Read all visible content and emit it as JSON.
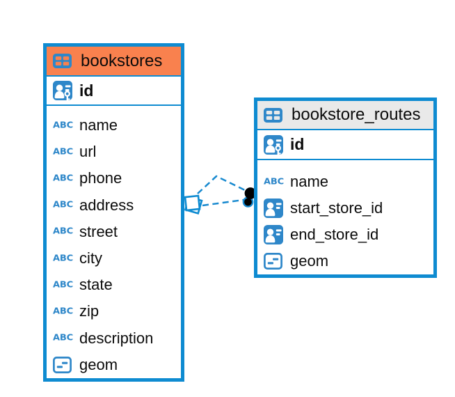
{
  "colors": {
    "background": "#FFFFFF",
    "table_border": "#0E8BD1",
    "icon_blue": "#2E87C9",
    "relationship_line": "#1789CF",
    "marker_dot": "#000000",
    "text": "#0B0B0B"
  },
  "icon_glyphs": {
    "text": "ABC"
  },
  "tables": [
    {
      "name": "bookstores",
      "header_color": "#F9814E",
      "columns": [
        {
          "name": "id",
          "type_icon": "primary-key",
          "primary_key": true
        },
        {
          "name": "name",
          "type_icon": "text"
        },
        {
          "name": "url",
          "type_icon": "text"
        },
        {
          "name": "phone",
          "type_icon": "text"
        },
        {
          "name": "address",
          "type_icon": "text"
        },
        {
          "name": "street",
          "type_icon": "text"
        },
        {
          "name": "city",
          "type_icon": "text"
        },
        {
          "name": "state",
          "type_icon": "text"
        },
        {
          "name": "zip",
          "type_icon": "text"
        },
        {
          "name": "description",
          "type_icon": "text"
        },
        {
          "name": "geom",
          "type_icon": "geometry"
        }
      ]
    },
    {
      "name": "bookstore_routes",
      "header_color": "#E9E9E9",
      "columns": [
        {
          "name": "id",
          "type_icon": "primary-key",
          "primary_key": true
        },
        {
          "name": "name",
          "type_icon": "text"
        },
        {
          "name": "start_store_id",
          "type_icon": "foreign-key"
        },
        {
          "name": "end_store_id",
          "type_icon": "foreign-key"
        },
        {
          "name": "geom",
          "type_icon": "geometry"
        }
      ]
    }
  ],
  "relationships": [
    {
      "from_table": "bookstore_routes",
      "to_table": "bookstores",
      "style": "dashed"
    },
    {
      "from_table": "bookstore_routes",
      "to_table": "bookstores",
      "style": "dashed"
    }
  ]
}
